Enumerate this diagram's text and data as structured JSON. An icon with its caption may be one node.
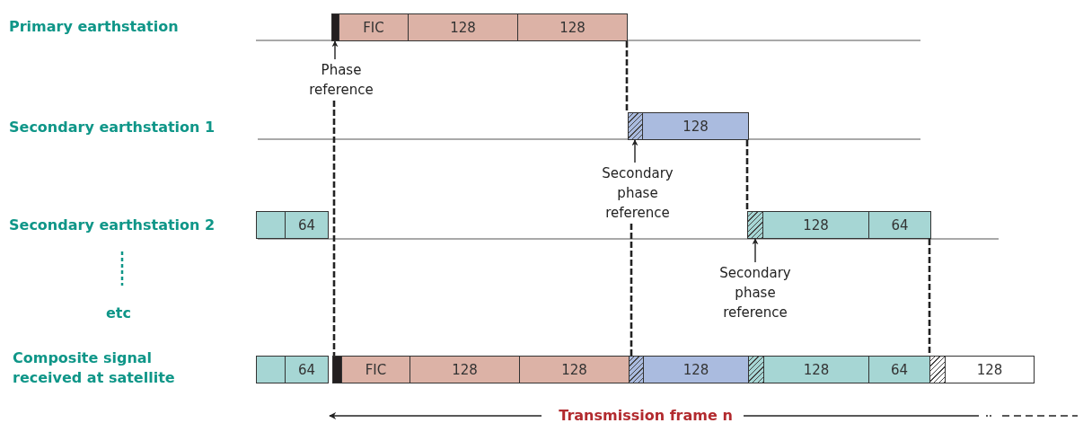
{
  "diagram": {
    "nodes": [
      {
        "text": [],
        "shape": "box"
      },
      {
        "text": [
          "FIC"
        ]
      },
      {
        "text": [
          "128"
        ]
      },
      {
        "text": [
          "128"
        ]
      },
      {
        "text": [
          "Phase reference"
        ]
      },
      {
        "text": [],
        "shape": "box"
      },
      {
        "text": [
          "128"
        ]
      },
      {
        "text": [
          "Secondary phase reference"
        ]
      },
      {
        "text": [],
        "shape": "box"
      },
      {
        "text": [
          "64"
        ]
      },
      {
        "text": [],
        "shape": "box"
      },
      {
        "text": [
          "128"
        ]
      },
      {
        "text": [
          "64"
        ]
      },
      {
        "text": [
          "Secondary phase reference"
        ]
      },
      {
        "text": [],
        "shape": "box"
      },
      {
        "text": [
          "64"
        ]
      },
      {
        "text": [],
        "shape": "box"
      },
      {
        "text": [
          "FIC"
        ]
      },
      {
        "text": [
          "128"
        ]
      },
      {
        "text": [
          "128"
        ]
      },
      {
        "text": [],
        "shape": "box"
      },
      {
        "text": [
          "128"
        ]
      },
      {
        "text": [],
        "shape": "box"
      },
      {
        "text": [
          "128"
        ]
      },
      {
        "text": [
          "64"
        ]
      },
      {
        "text": [],
        "shape": "box"
      },
      {
        "text": [
          "128"
        ]
      }
    ],
    "edges": [
      {
        "from": 4,
        "to": 0,
        "arrow": "to"
      },
      {
        "from": 7,
        "to": 5,
        "arrow": "to"
      },
      {
        "from": 13,
        "to": 10,
        "arrow": "to"
      },
      {
        "from": 3,
        "to": 5,
        "arrow": "none",
        "style": "dashed"
      },
      {
        "from": 4,
        "to": 16,
        "arrow": "none",
        "style": "dashed"
      },
      {
        "from": 7,
        "to": 20,
        "arrow": "none",
        "style": "dashed"
      },
      {
        "from": 6,
        "to": 10,
        "arrow": "none",
        "style": "dashed"
      },
      {
        "from": 12,
        "to": 25,
        "arrow": "none",
        "style": "dashed"
      }
    ],
    "labels": [
      "Primary earthstation",
      "Secondary earthstation 1",
      "Secondary earthstation 2",
      "etc",
      "Composite signal received at satellite",
      "Transmission frame n"
    ]
  }
}
